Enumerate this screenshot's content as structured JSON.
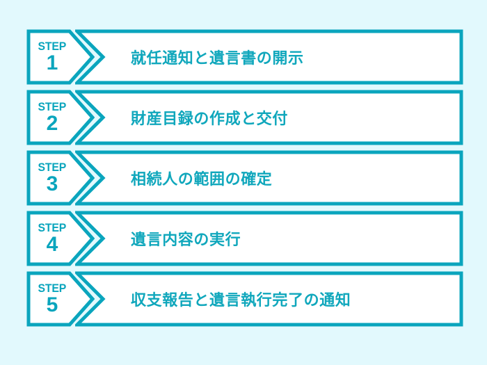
{
  "theme": {
    "background": "#e2f9fd",
    "border": "#0aa5bd",
    "fill": "#ffffff",
    "text": "#10a7bc",
    "badge_text": "#0aa5bd"
  },
  "flow": {
    "step_word": "STEP",
    "steps": [
      {
        "number": "1",
        "label": "就任通知と遺言書の開示"
      },
      {
        "number": "2",
        "label": "財産目録の作成と交付"
      },
      {
        "number": "3",
        "label": "相続人の範囲の確定"
      },
      {
        "number": "4",
        "label": "遺言内容の実行"
      },
      {
        "number": "5",
        "label": "収支報告と遺言執行完了の通知"
      }
    ]
  }
}
